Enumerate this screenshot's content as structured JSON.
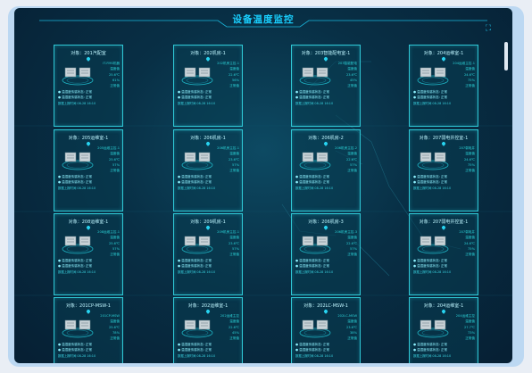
{
  "page_title": "设备温度监控",
  "colors": {
    "accent": "#19d0ff",
    "card_border": "#2fc8d6",
    "background": "#082f45"
  },
  "icons": {
    "expand": "expand-icon",
    "location": "location-pin-icon",
    "device": "server-rack-icon"
  },
  "cards": [
    {
      "title": "对象：201汽配室",
      "model": "IT-FMS机器",
      "label": "温度值",
      "temp": "25.6℃",
      "hum": "61%",
      "state": "正常值",
      "status1": "● 温湿度传感状态: 正常",
      "status2": "● 温湿度传感状态: 正常",
      "time": "数据上报时间 08-28 16:10"
    },
    {
      "title": "对象：202机房-1",
      "model": "202机房主控-1",
      "label": "温度值",
      "temp": "22.6℃",
      "hum": "56%",
      "state": "正常值",
      "status1": "● 温湿度传感状态: 正常",
      "status2": "● 温湿度传感状态: 正常",
      "time": "数据上报时间 08-28 16:10"
    },
    {
      "title": "对象：203智能配电室-1",
      "model": "203智能配电",
      "label": "温度值",
      "temp": "23.6℃",
      "hum": "45%",
      "state": "正常值",
      "status1": "● 温湿度传感状态: 正常",
      "status2": "● 温湿度传感状态: 正常",
      "time": "数据上报时间 08-28 16:10"
    },
    {
      "title": "对象：204运维室-1",
      "model": "204运维主控-1",
      "label": "温度值",
      "temp": "24.6℃",
      "hum": "75%",
      "state": "正常值",
      "status1": "● 温湿度传感状态: 正常",
      "status2": "● 温湿度传感状态: 正常",
      "time": "数据上报时间 08-28 16:10"
    },
    {
      "title": "对象：205运维室-1",
      "model": "205运维主控-1",
      "label": "温度值",
      "temp": "25.6℃",
      "hum": "57%",
      "state": "正常值",
      "status1": "● 温湿度传感状态: 正常",
      "status2": "● 温湿度传感状态: 正常",
      "time": "数据上报时间 08-28 16:10"
    },
    {
      "title": "对象：206机房-1",
      "model": "206机房主控-1",
      "label": "温度值",
      "temp": "23.6℃",
      "hum": "57%",
      "state": "正常值",
      "status1": "● 温湿度传感状态: 正常",
      "status2": "● 温湿度传感状态: 正常",
      "time": "数据上报时间 08-28 16:10"
    },
    {
      "title": "对象：206机房-2",
      "model": "206机房主控-2",
      "label": "温度值",
      "temp": "22.6℃",
      "hum": "57%",
      "state": "正常值",
      "status1": "● 温湿度传感状态: 正常",
      "status2": "● 温湿度传感状态: 正常",
      "time": "数据上报时间 08-28 16:10"
    },
    {
      "title": "对象：207弱电井控室-1",
      "model": "207弱电井",
      "label": "温度值",
      "temp": "24.6℃",
      "hum": "75%",
      "state": "正常值",
      "status1": "● 温湿度传感状态: 正常",
      "status2": "● 温湿度传感状态: 正常",
      "time": "数据上报时间 08-28 16:10"
    },
    {
      "title": "对象：208运维室-1",
      "model": "208运维主控-1",
      "label": "温度值",
      "temp": "25.6℃",
      "hum": "57%",
      "state": "正常值",
      "status1": "● 温湿度传感状态: 正常",
      "status2": "● 温湿度传感状态: 正常",
      "time": "数据上报时间 08-28 16:10"
    },
    {
      "title": "对象：209机房-1",
      "model": "209机房主控-1",
      "label": "温度值",
      "temp": "23.6℃",
      "hum": "57%",
      "state": "正常值",
      "status1": "● 温湿度传感状态: 正常",
      "status2": "● 温湿度传感状态: 正常",
      "time": "数据上报时间 08-28 16:10"
    },
    {
      "title": "对象：206机房-3",
      "model": "206机房主控-3",
      "label": "温度值",
      "temp": "22.6℃",
      "hum": "57%",
      "state": "正常值",
      "status1": "● 温湿度传感状态: 正常",
      "status2": "● 温湿度传感状态: 正常",
      "time": "数据上报时间 08-28 16:10"
    },
    {
      "title": "对象：207弱电井控室-1",
      "model": "207弱电井",
      "label": "温度值",
      "temp": "24.6℃",
      "hum": "75%",
      "state": "正常值",
      "status1": "● 温湿度传感状态: 正常",
      "status2": "● 温湿度传感状态: 正常",
      "time": "数据上报时间 08-28 16:10"
    },
    {
      "title": "对象：201CP-MSW-1",
      "model": "201CP-MSW",
      "label": "温度值",
      "temp": "25.6℃",
      "hum": "78%",
      "state": "正常值",
      "status1": "● 温湿度传感状态: 正常",
      "status2": "● 温湿度传感状态: 正常",
      "time": "数据上报时间 08-28 16:10"
    },
    {
      "title": "对象：202运维室-1",
      "model": "202运维主控",
      "label": "温度值",
      "temp": "22.6℃",
      "hum": "45%",
      "state": "正常值",
      "status1": "● 温湿度传感状态: 正常",
      "status2": "● 温湿度传感状态: 正常",
      "time": "数据上报时间 08-28 16:10"
    },
    {
      "title": "对象：202LC-MSW-1",
      "model": "202LC-MSW",
      "label": "温度值",
      "temp": "23.6℃",
      "hum": "38%",
      "state": "正常值",
      "status1": "● 温湿度传感状态: 正常",
      "status2": "● 温湿度传感状态: 正常",
      "time": "数据上报时间 08-28 16:10"
    },
    {
      "title": "对象：204运维室-1",
      "model": "204运维主控",
      "label": "温度值",
      "temp": "27.7℃",
      "hum": "73%",
      "state": "正常值",
      "status1": "● 温湿度传感状态: 正常",
      "status2": "● 温湿度传感状态: 正常",
      "time": "数据上报时间 08-28 16:10"
    }
  ]
}
